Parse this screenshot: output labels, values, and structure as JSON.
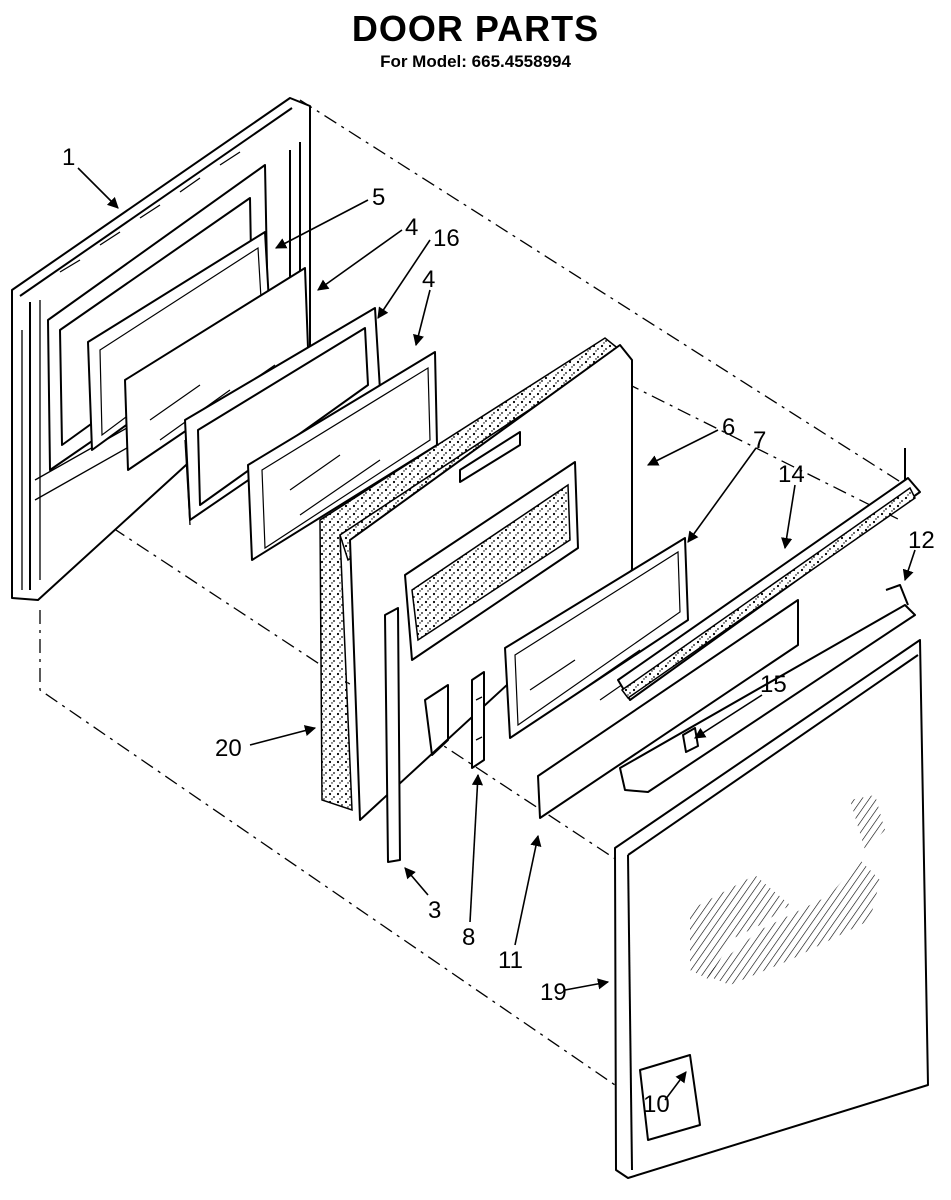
{
  "header": {
    "title": "DOOR PARTS",
    "subtitle": "For Model: 665.4558994"
  },
  "callouts": [
    {
      "id": "1",
      "text": "1"
    },
    {
      "id": "5",
      "text": "5"
    },
    {
      "id": "4a",
      "text": "4"
    },
    {
      "id": "16",
      "text": "16"
    },
    {
      "id": "4b",
      "text": "4"
    },
    {
      "id": "6",
      "text": "6"
    },
    {
      "id": "7",
      "text": "7"
    },
    {
      "id": "14",
      "text": "14"
    },
    {
      "id": "12",
      "text": "12"
    },
    {
      "id": "15",
      "text": "15"
    },
    {
      "id": "20",
      "text": "20"
    },
    {
      "id": "3",
      "text": "3"
    },
    {
      "id": "8",
      "text": "8"
    },
    {
      "id": "11",
      "text": "11"
    },
    {
      "id": "19",
      "text": "19"
    },
    {
      "id": "10",
      "text": "10"
    }
  ]
}
